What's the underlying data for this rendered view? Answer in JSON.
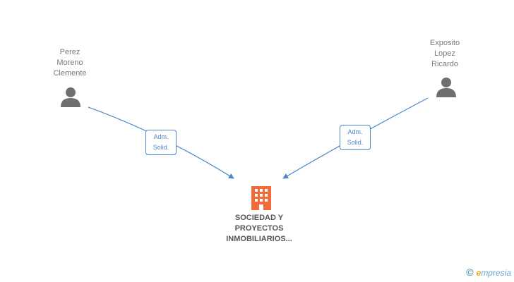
{
  "people": [
    {
      "id": "perez",
      "name_lines": [
        "Perez",
        "Moreno",
        "Clemente"
      ]
    },
    {
      "id": "exposito",
      "name_lines": [
        "Exposito",
        "Lopez",
        "Ricardo"
      ]
    }
  ],
  "edges": [
    {
      "from": "perez",
      "label_lines": [
        "Adm.",
        "Solid."
      ]
    },
    {
      "from": "exposito",
      "label_lines": [
        "Adm.",
        "Solid."
      ]
    }
  ],
  "company": {
    "name_lines": [
      "SOCIEDAD Y",
      "PROYECTOS",
      "INMOBILIARIOS..."
    ]
  },
  "colors": {
    "edge": "#4a86c8",
    "company_icon": "#f26b3a",
    "person_icon": "#6f6f6f"
  },
  "watermark": {
    "copyright": "©",
    "brand_initial": "e",
    "brand_rest": "mpresia"
  }
}
